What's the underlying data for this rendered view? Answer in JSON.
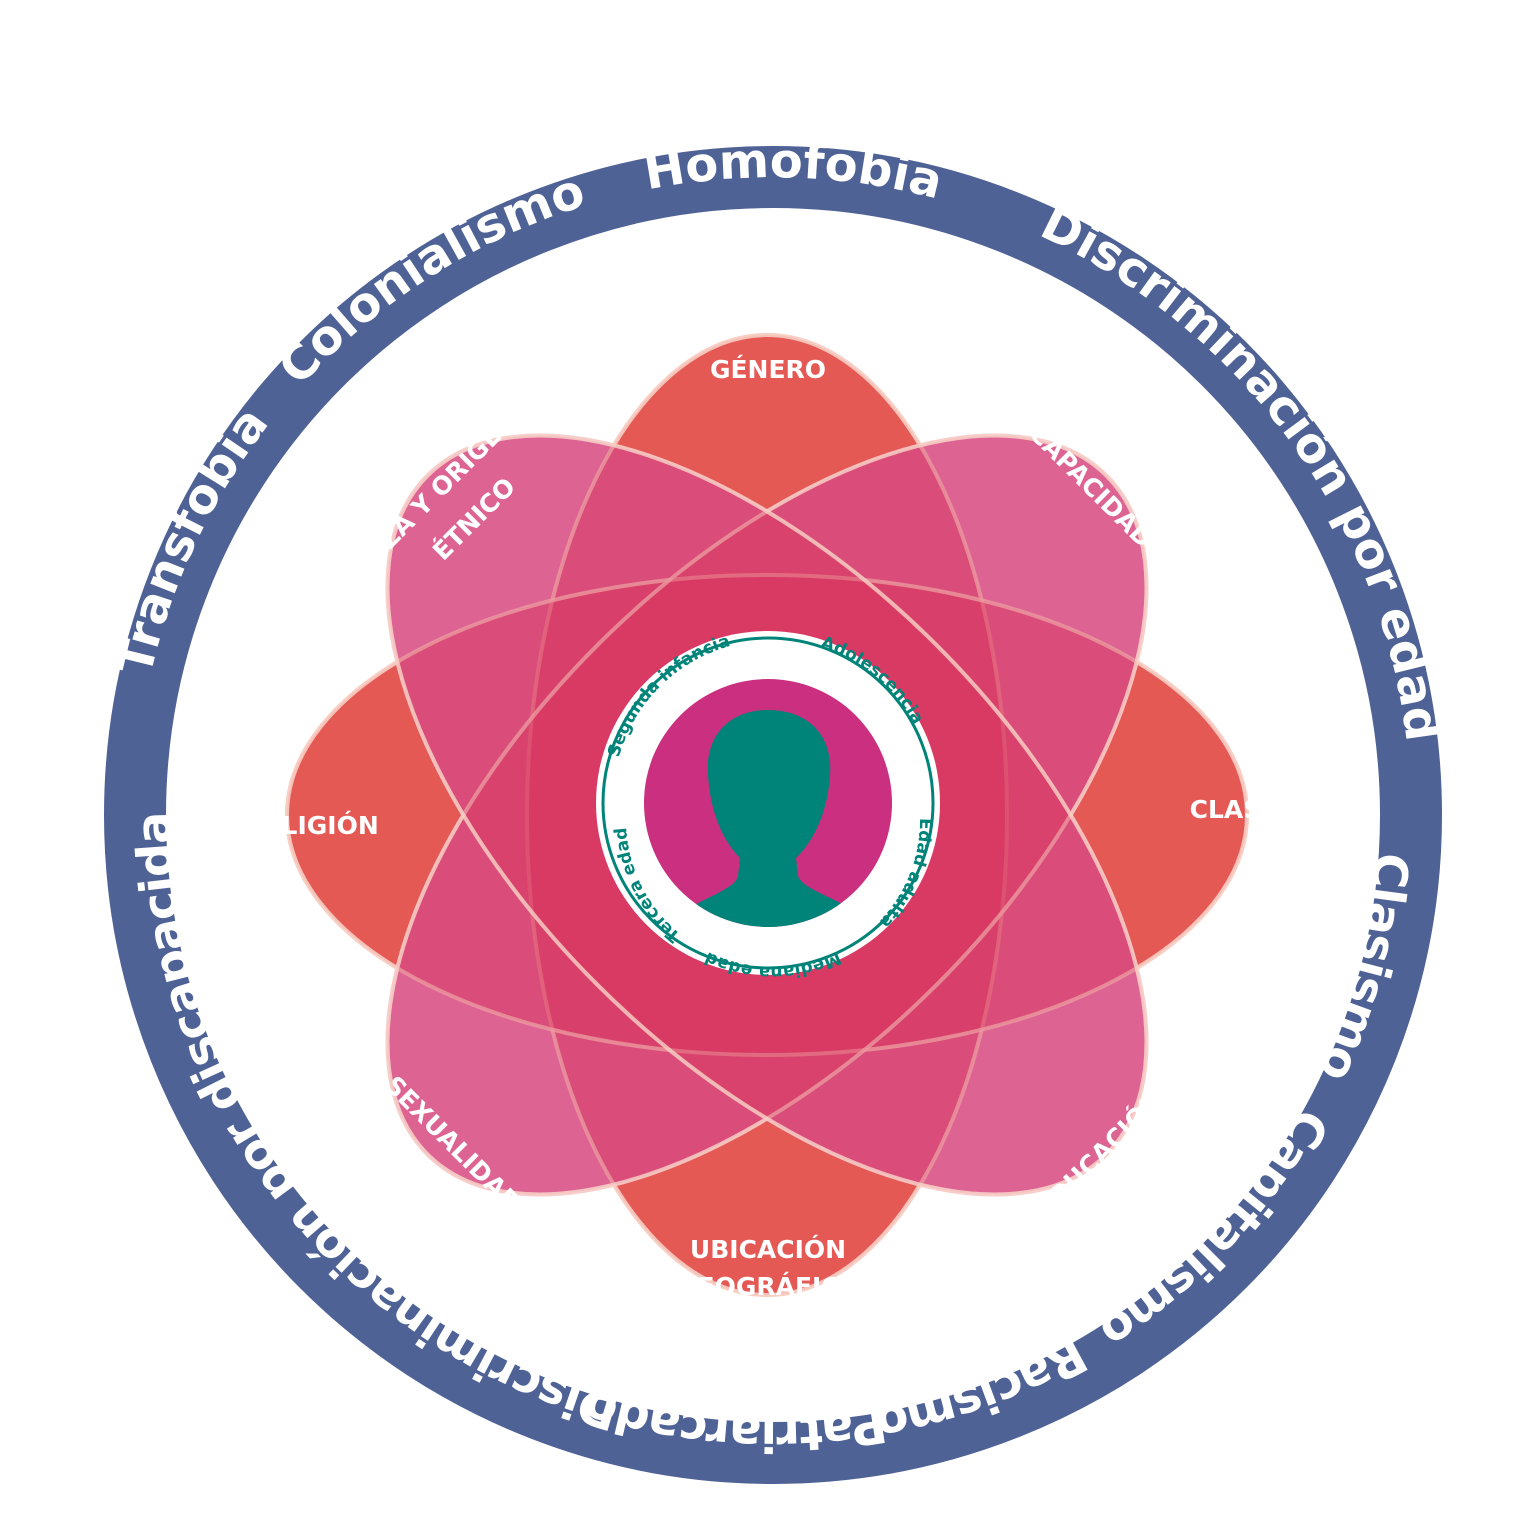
{
  "outer_ring": {
    "items": [
      "Homofobia",
      "Discriminación por edad",
      "Clasismo",
      "Capitalismo",
      "Racismo",
      "Patriarcado",
      "Discriminación por discapacidad",
      "Transfobia",
      "Colonialismo"
    ]
  },
  "identities": {
    "items": [
      {
        "label": "GÉNERO"
      },
      {
        "label": "CAPACIDAD"
      },
      {
        "label": "CLASE"
      },
      {
        "label": "EDUCACIÓN"
      },
      {
        "label": "UBICACIÓN GEOGRÁFICA"
      },
      {
        "label": "SEXUALIDAD"
      },
      {
        "label": "RELIGIÓN"
      },
      {
        "label": "RAZA Y ORIGEN ÉTNICO"
      }
    ]
  },
  "life_stages": {
    "items": [
      "Segunda infancia",
      "Adolescencia",
      "Edad adulta",
      "Mediana edad",
      "Tercera edad"
    ]
  },
  "colors": {
    "ring": "#4e6296",
    "orange": "#f07a50",
    "pink": "#e07fb3",
    "overlap": "#e0485f",
    "center": "#ca2f80",
    "figure": "#008479"
  }
}
